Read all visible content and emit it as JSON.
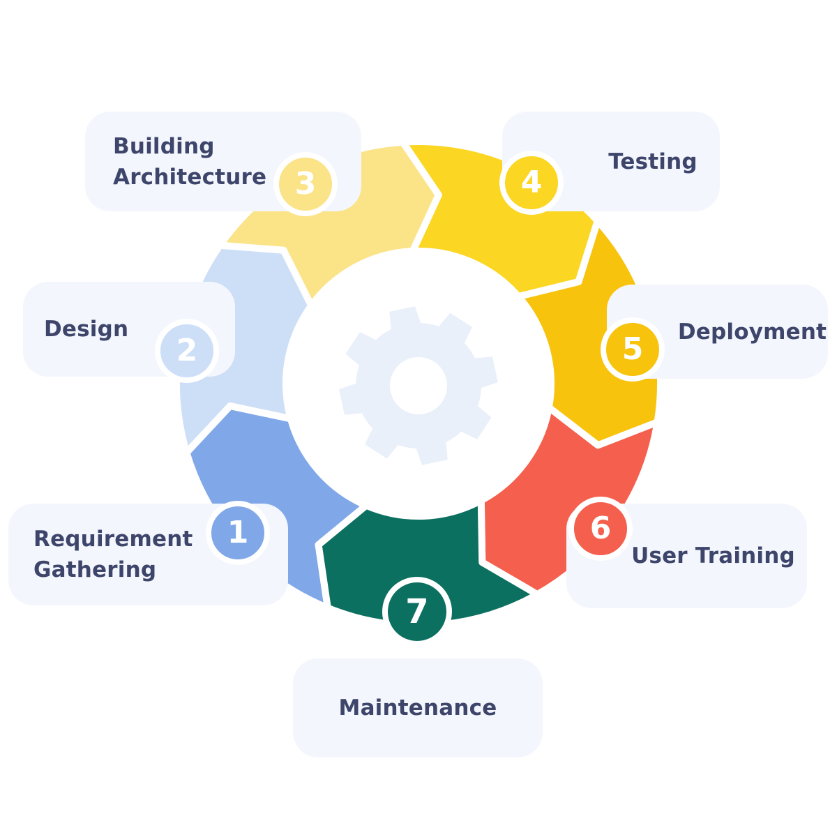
{
  "diagram": {
    "type": "cycle",
    "step_count": 7,
    "center_icon": "gear-icon"
  },
  "palette": {
    "background": "#FFFFFF",
    "card_background": "#F3F6FC",
    "label_text": "#3E456B",
    "number_text": "#FFFFFF",
    "segment_gap": "#FFFFFF",
    "hub": "#FFFFFF",
    "gear": "#EAF0FA"
  },
  "steps": [
    {
      "number": "1",
      "label": "Requirement Gathering",
      "lines": [
        "Requirement",
        "Gathering"
      ],
      "color": "#80A8E8"
    },
    {
      "number": "2",
      "label": "Design",
      "lines": [
        "Design"
      ],
      "color": "#CDDEF7"
    },
    {
      "number": "3",
      "label": "Building Architecture",
      "lines": [
        "Building",
        "Architecture"
      ],
      "color": "#FBE388"
    },
    {
      "number": "4",
      "label": "Testing",
      "lines": [
        "Testing"
      ],
      "color": "#FBD622"
    },
    {
      "number": "5",
      "label": "Deployment",
      "lines": [
        "Deployment"
      ],
      "color": "#F7C30D"
    },
    {
      "number": "6",
      "label": "User Training",
      "lines": [
        "User Training"
      ],
      "color": "#F4604D"
    },
    {
      "number": "7",
      "label": "Maintenance",
      "lines": [
        "Maintenance"
      ],
      "color": "#0C7060"
    }
  ]
}
